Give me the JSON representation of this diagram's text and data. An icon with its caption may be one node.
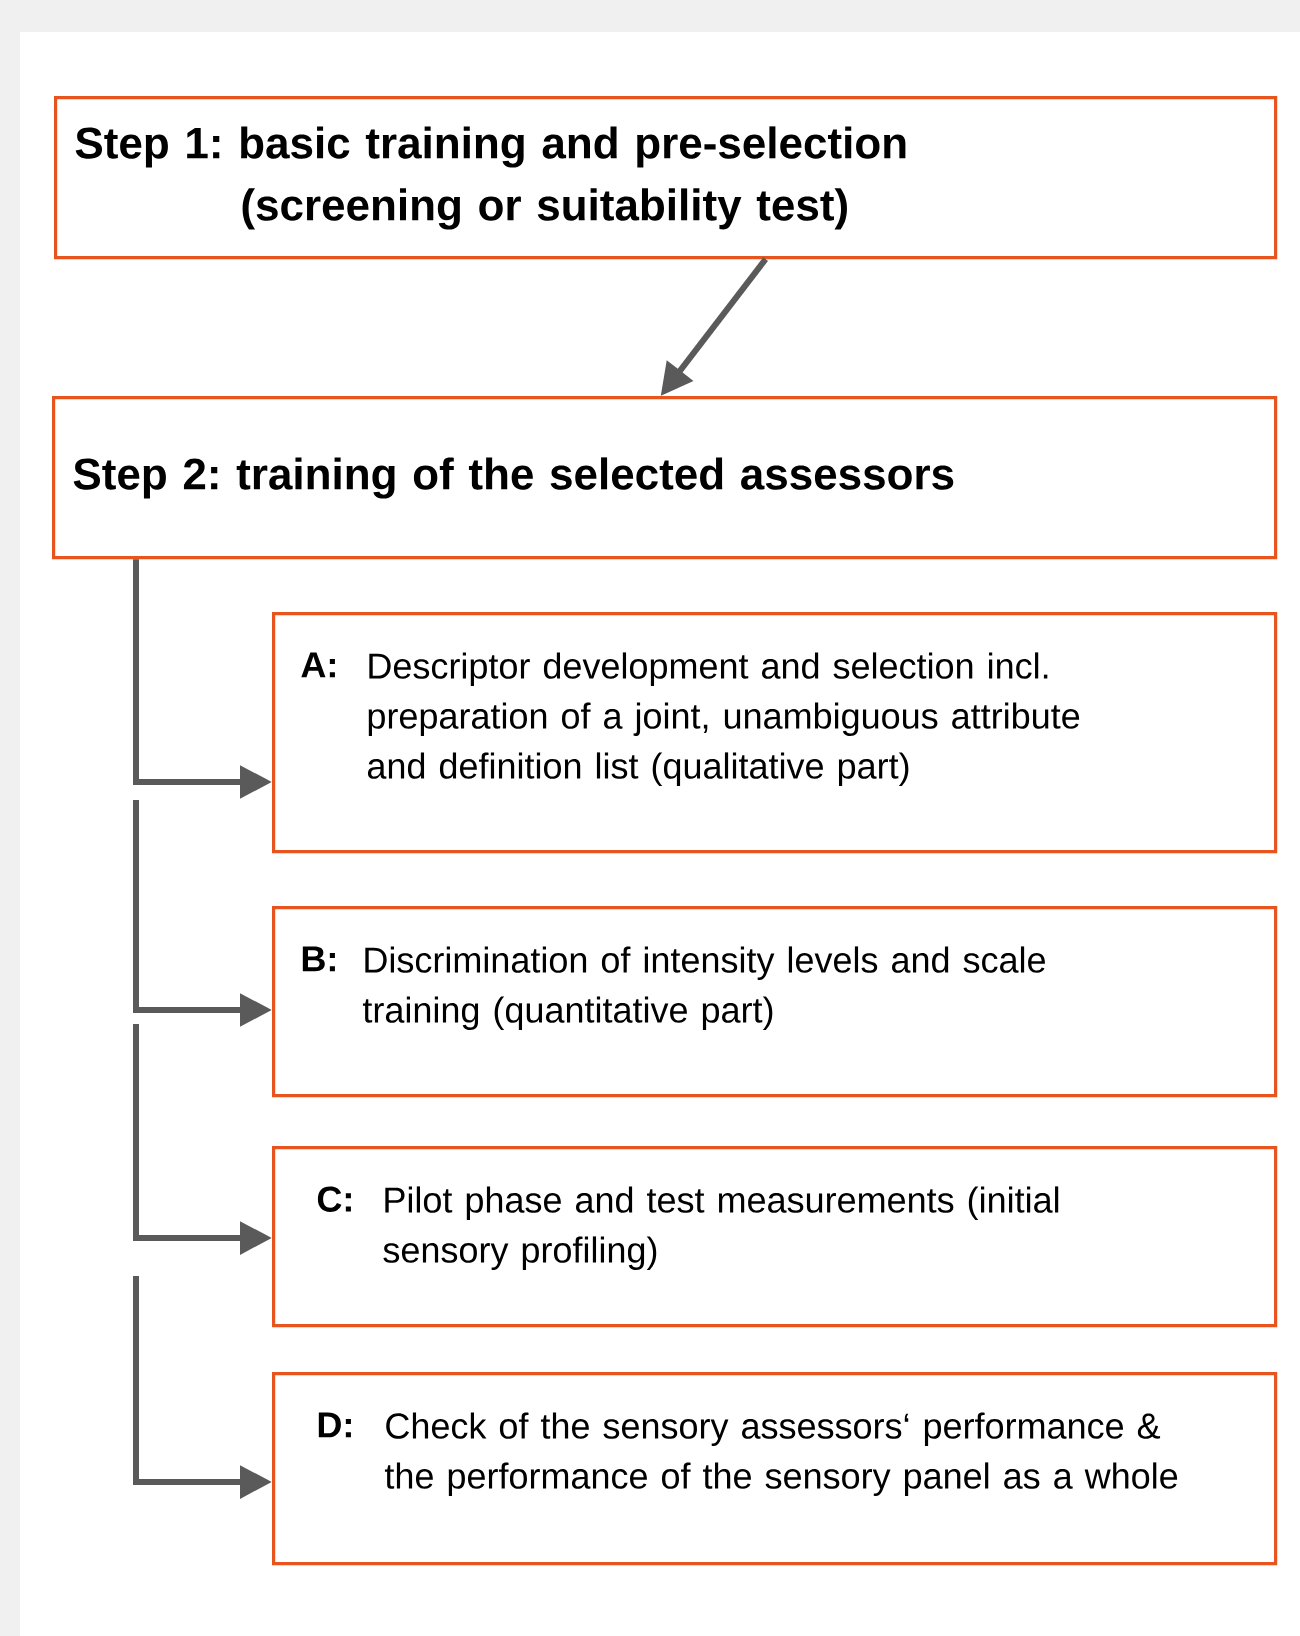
{
  "diagram": {
    "nodes": [
      {
        "text": [
          "Step 1: basic training and pre-selection (screening or suitability test)"
        ]
      },
      {
        "text": [
          "Step 2: training of the selected assessors"
        ]
      },
      {
        "text": [
          "A:",
          "Descriptor development and selection incl. preparation of a joint, unambiguous attribute and definition list (qualitative part)"
        ]
      },
      {
        "text": [
          "B:",
          "Discrimination of intensity levels and scale training (quantitative part)"
        ]
      },
      {
        "text": [
          "C:",
          "Pilot phase and test measurements (initial sensory profiling)"
        ]
      },
      {
        "text": [
          "D:",
          "Check of the sensory assessors‘ performance & the performance of the sensory panel as a whole"
        ]
      }
    ],
    "edges": [
      {
        "from": 0,
        "to": 1,
        "arrow": "to"
      },
      {
        "from": 1,
        "to": 2,
        "arrow": "to"
      },
      {
        "from": null,
        "to": 3,
        "arrow": "to"
      },
      {
        "from": null,
        "to": 4,
        "arrow": "to"
      },
      {
        "from": null,
        "to": 5,
        "arrow": "to"
      }
    ]
  }
}
